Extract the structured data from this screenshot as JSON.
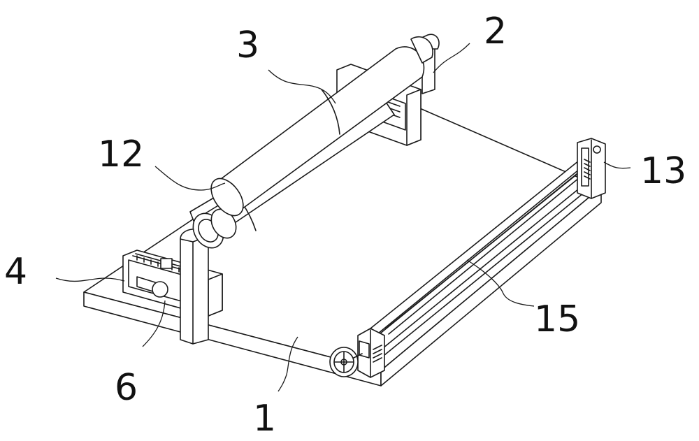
{
  "labels": {
    "part_1": "1",
    "part_2": "2",
    "part_3": "3",
    "part_4": "4",
    "part_6": "6",
    "part_12": "12",
    "part_13": "13",
    "part_15": "15"
  },
  "colors": {
    "line": "#1a1a1a",
    "background": "#ffffff"
  }
}
